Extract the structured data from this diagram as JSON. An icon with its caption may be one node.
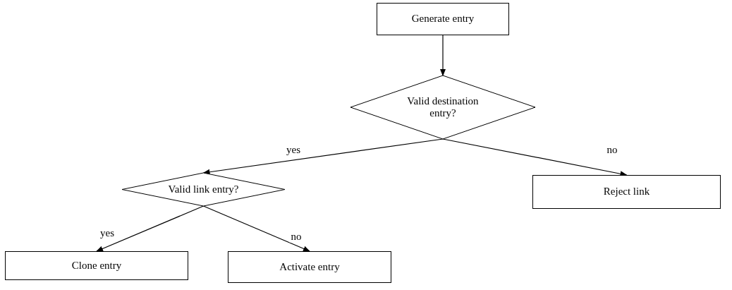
{
  "diagram": {
    "nodes": [
      {
        "text": [
          "Generate entry"
        ]
      },
      {
        "text": [
          "Valid destination entry?"
        ]
      },
      {
        "text": [
          "Valid link entry?"
        ]
      },
      {
        "text": [
          "Reject link"
        ]
      },
      {
        "text": [
          "Clone entry"
        ]
      },
      {
        "text": [
          "Activate entry"
        ]
      }
    ],
    "edges": [
      {
        "from": 0,
        "to": 1,
        "arrow": "to"
      },
      {
        "from": 1,
        "to": 2,
        "arrow": "to",
        "label": "yes"
      },
      {
        "from": 1,
        "to": 3,
        "arrow": "to",
        "label": "no"
      },
      {
        "from": 2,
        "to": 4,
        "arrow": "to",
        "label": "yes"
      },
      {
        "from": 2,
        "to": 5,
        "arrow": "to",
        "label": "no"
      }
    ]
  }
}
